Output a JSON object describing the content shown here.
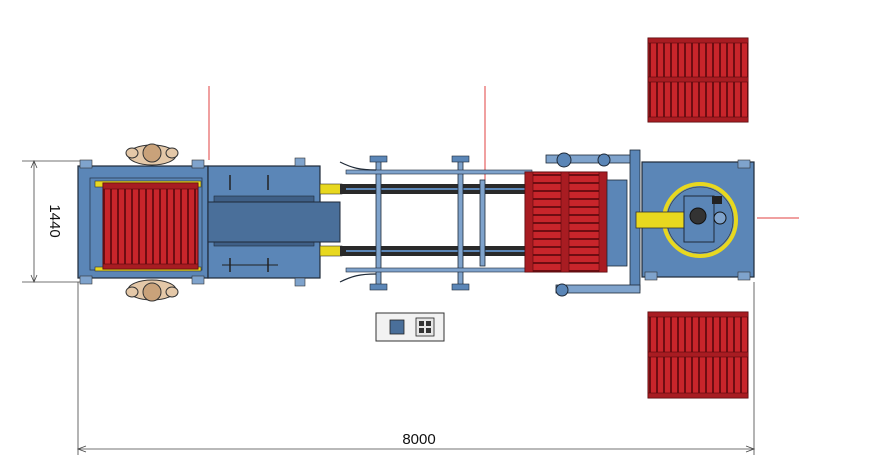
{
  "drawing": {
    "dim_height_label": "1440",
    "dim_width_label": "8000"
  },
  "colors": {
    "frame_blue": "#5b86b7",
    "frame_blue_light": "#7fa3cc",
    "frame_dark": "#2a2a2a",
    "pallet_red": "#c8252b",
    "pallet_red_dark": "#7a1015",
    "accent_yellow": "#e8d81f",
    "ref_line_red": "#e04040",
    "worker_tan": "#e4c8a8"
  },
  "machine": {
    "pallets_conveyor": 1,
    "pallets_turntable_feed": 1,
    "pallets_output_top": 1,
    "pallets_output_bottom": 1
  }
}
